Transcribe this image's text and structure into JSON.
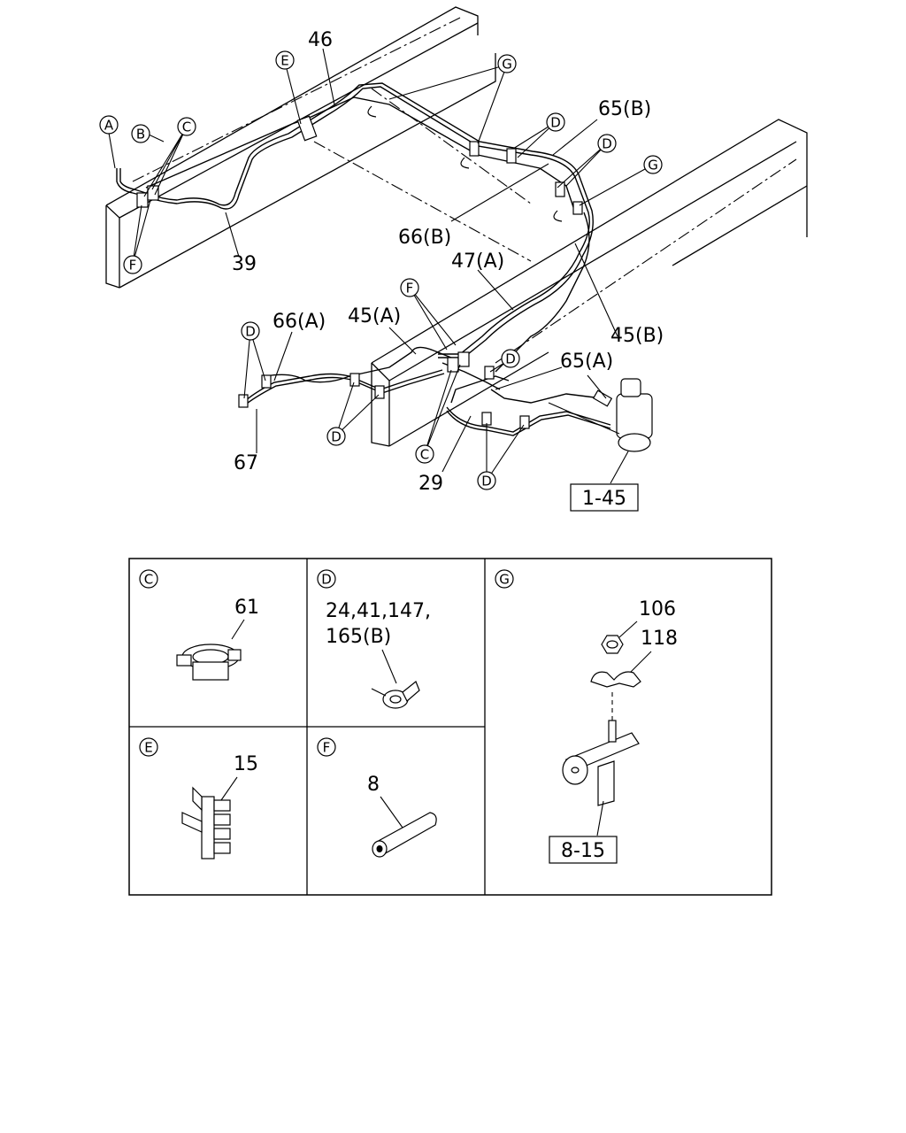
{
  "upper_diagram": {
    "callouts": {
      "a": "A",
      "b": "B",
      "c": "C",
      "d": "D",
      "e": "E",
      "f": "F",
      "g": "G"
    },
    "labels": {
      "p46": "46",
      "p65b": "65(B)",
      "p66b": "66(B)",
      "p39": "39",
      "p47a": "47(A)",
      "p66a": "66(A)",
      "p45a": "45(A)",
      "p45b": "45(B)",
      "p65a": "65(A)",
      "p67": "67",
      "p29": "29",
      "ref_1_45": "1-45"
    }
  },
  "detail_panels": {
    "c": {
      "letter": "C",
      "part": "61"
    },
    "d": {
      "letter": "D",
      "parts_line1": "24,41,147,",
      "parts_line2": "165(B)"
    },
    "g": {
      "letter": "G",
      "part_nut": "106",
      "part_clip": "118",
      "ref": "8-15"
    },
    "e": {
      "letter": "E",
      "part": "15"
    },
    "f": {
      "letter": "F",
      "part": "8"
    }
  }
}
